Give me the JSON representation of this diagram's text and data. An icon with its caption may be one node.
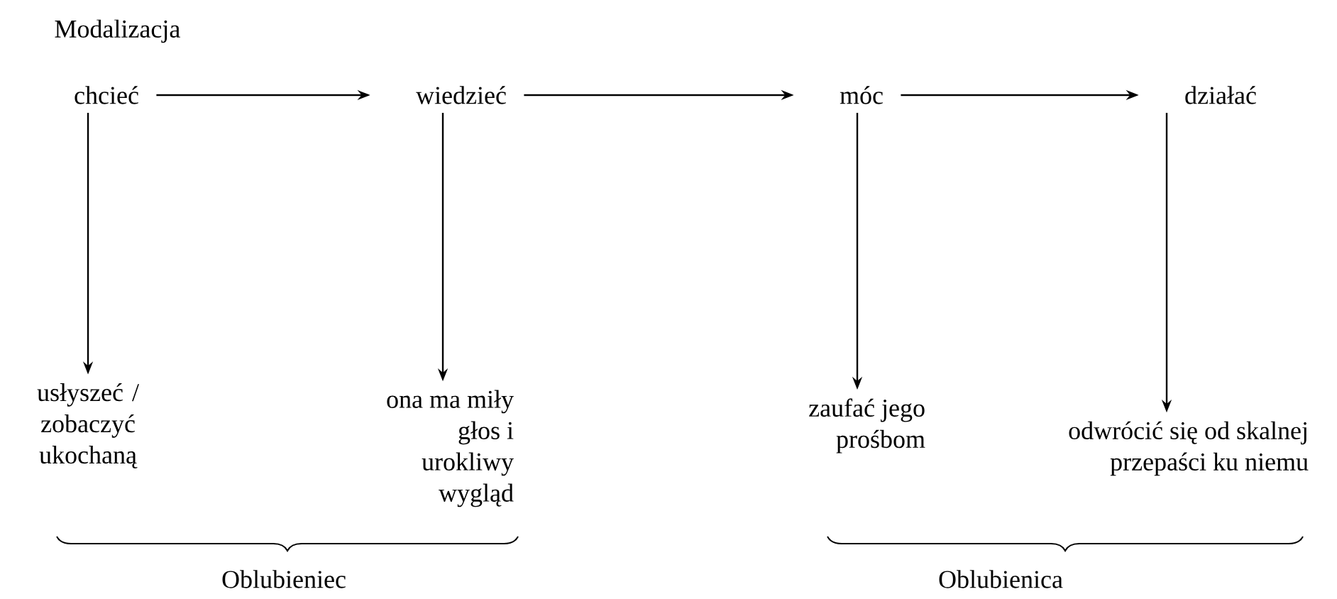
{
  "diagram": {
    "title": "Modalizacja",
    "nodes": [
      {
        "text": [
          "chcieć"
        ]
      },
      {
        "text": [
          "wiedzieć"
        ]
      },
      {
        "text": [
          "móc"
        ]
      },
      {
        "text": [
          "działać"
        ]
      },
      {
        "text": [
          "usłyszeć / zobaczyć ukochaną"
        ]
      },
      {
        "text": [
          "ona ma miły głos i urokliwy wygląd"
        ]
      },
      {
        "text": [
          "zaufać jego prośbom"
        ]
      },
      {
        "text": [
          "odwrócić się od skalnej przepaści ku niemu"
        ]
      }
    ],
    "edges": [
      {
        "from": 0,
        "to": 1,
        "arrow": "to"
      },
      {
        "from": 1,
        "to": 2,
        "arrow": "to"
      },
      {
        "from": 2,
        "to": 3,
        "arrow": "to"
      },
      {
        "from": 0,
        "to": 4,
        "arrow": "to"
      },
      {
        "from": 1,
        "to": 5,
        "arrow": "to"
      },
      {
        "from": 2,
        "to": 6,
        "arrow": "to"
      },
      {
        "from": 3,
        "to": 7,
        "arrow": "to"
      }
    ],
    "labels": [
      "Oblubieniec",
      "Oblubienica"
    ]
  }
}
